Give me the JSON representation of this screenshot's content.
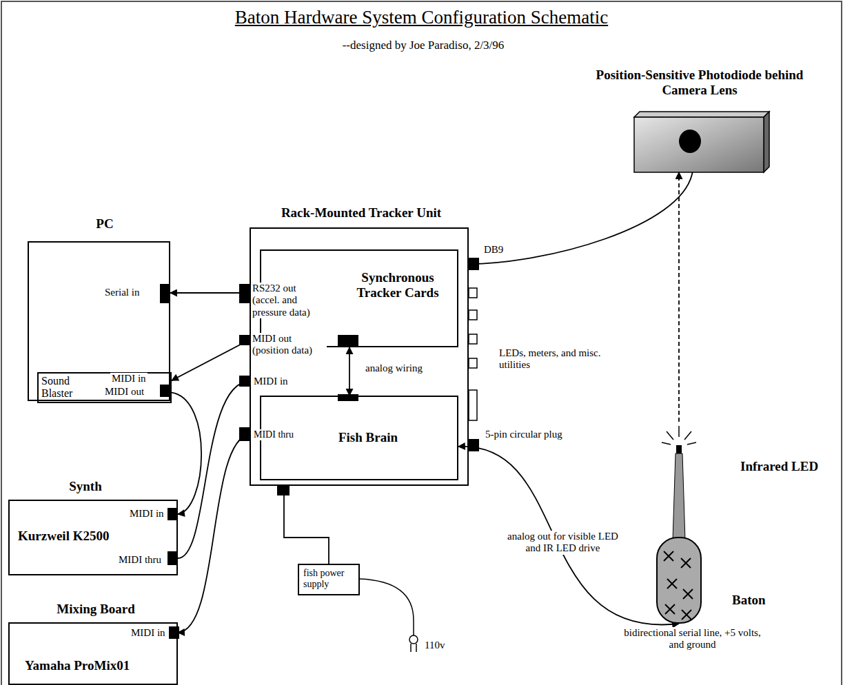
{
  "diagram": {
    "title": "Baton Hardware System Configuration Schematic",
    "nodes": [
      {
        "text": [
          "PC"
        ]
      },
      {
        "text": [
          "Sound Blaster"
        ],
        "in": 0
      },
      {
        "text": [
          "Rack-Mounted Tracker Unit"
        ]
      },
      {
        "text": [
          "Synchronous Tracker Cards"
        ],
        "in": 2
      },
      {
        "text": [
          "Fish Brain"
        ],
        "in": 2
      },
      {
        "text": [
          "Position-Sensitive Photodiode behind Camera Lens"
        ]
      },
      {
        "text": [
          "Synth",
          "Kurzweil K2500"
        ]
      },
      {
        "text": [
          "Mixing Board",
          "Yamaha ProMix01"
        ]
      },
      {
        "text": [
          "fish power supply"
        ]
      },
      {
        "text": [
          "Baton"
        ]
      }
    ],
    "edges": [
      {
        "from": 2,
        "to": 0,
        "arrow": "to"
      },
      {
        "from": 2,
        "to": 1,
        "arrow": "to"
      },
      {
        "from": 1,
        "to": 6,
        "arrow": "to"
      },
      {
        "from": 6,
        "to": 2,
        "arrow": "to"
      },
      {
        "from": 2,
        "to": 7,
        "arrow": "to"
      },
      {
        "from": 5,
        "to": 2,
        "arrow": "to"
      },
      {
        "from": 9,
        "to": 5,
        "arrow": "to"
      },
      {
        "from": 4,
        "to": 9,
        "label": "analog out for visible LED and IR LED drive",
        "arrow": "both"
      },
      {
        "from": 3,
        "to": 4,
        "label": "analog wiring",
        "arrow": "both"
      },
      {
        "from": 2,
        "to": 8,
        "arrow": "none"
      }
    ],
    "labels": [
      "--designed by Joe Paradiso, 2/3/96",
      "DB9",
      "Serial in",
      "RS232 out (accel. and pressure data)",
      "MIDI in",
      "MIDI out",
      "MIDI out (position data)",
      "MIDI in",
      "MIDI thru",
      "LEDs, meters, and misc. utilities",
      "5-pin circular plug",
      "Infrared LED",
      "MIDI in",
      "MIDI thru",
      "110v",
      "MIDI in",
      "bidirectional serial line, +5 volts, and ground"
    ]
  }
}
